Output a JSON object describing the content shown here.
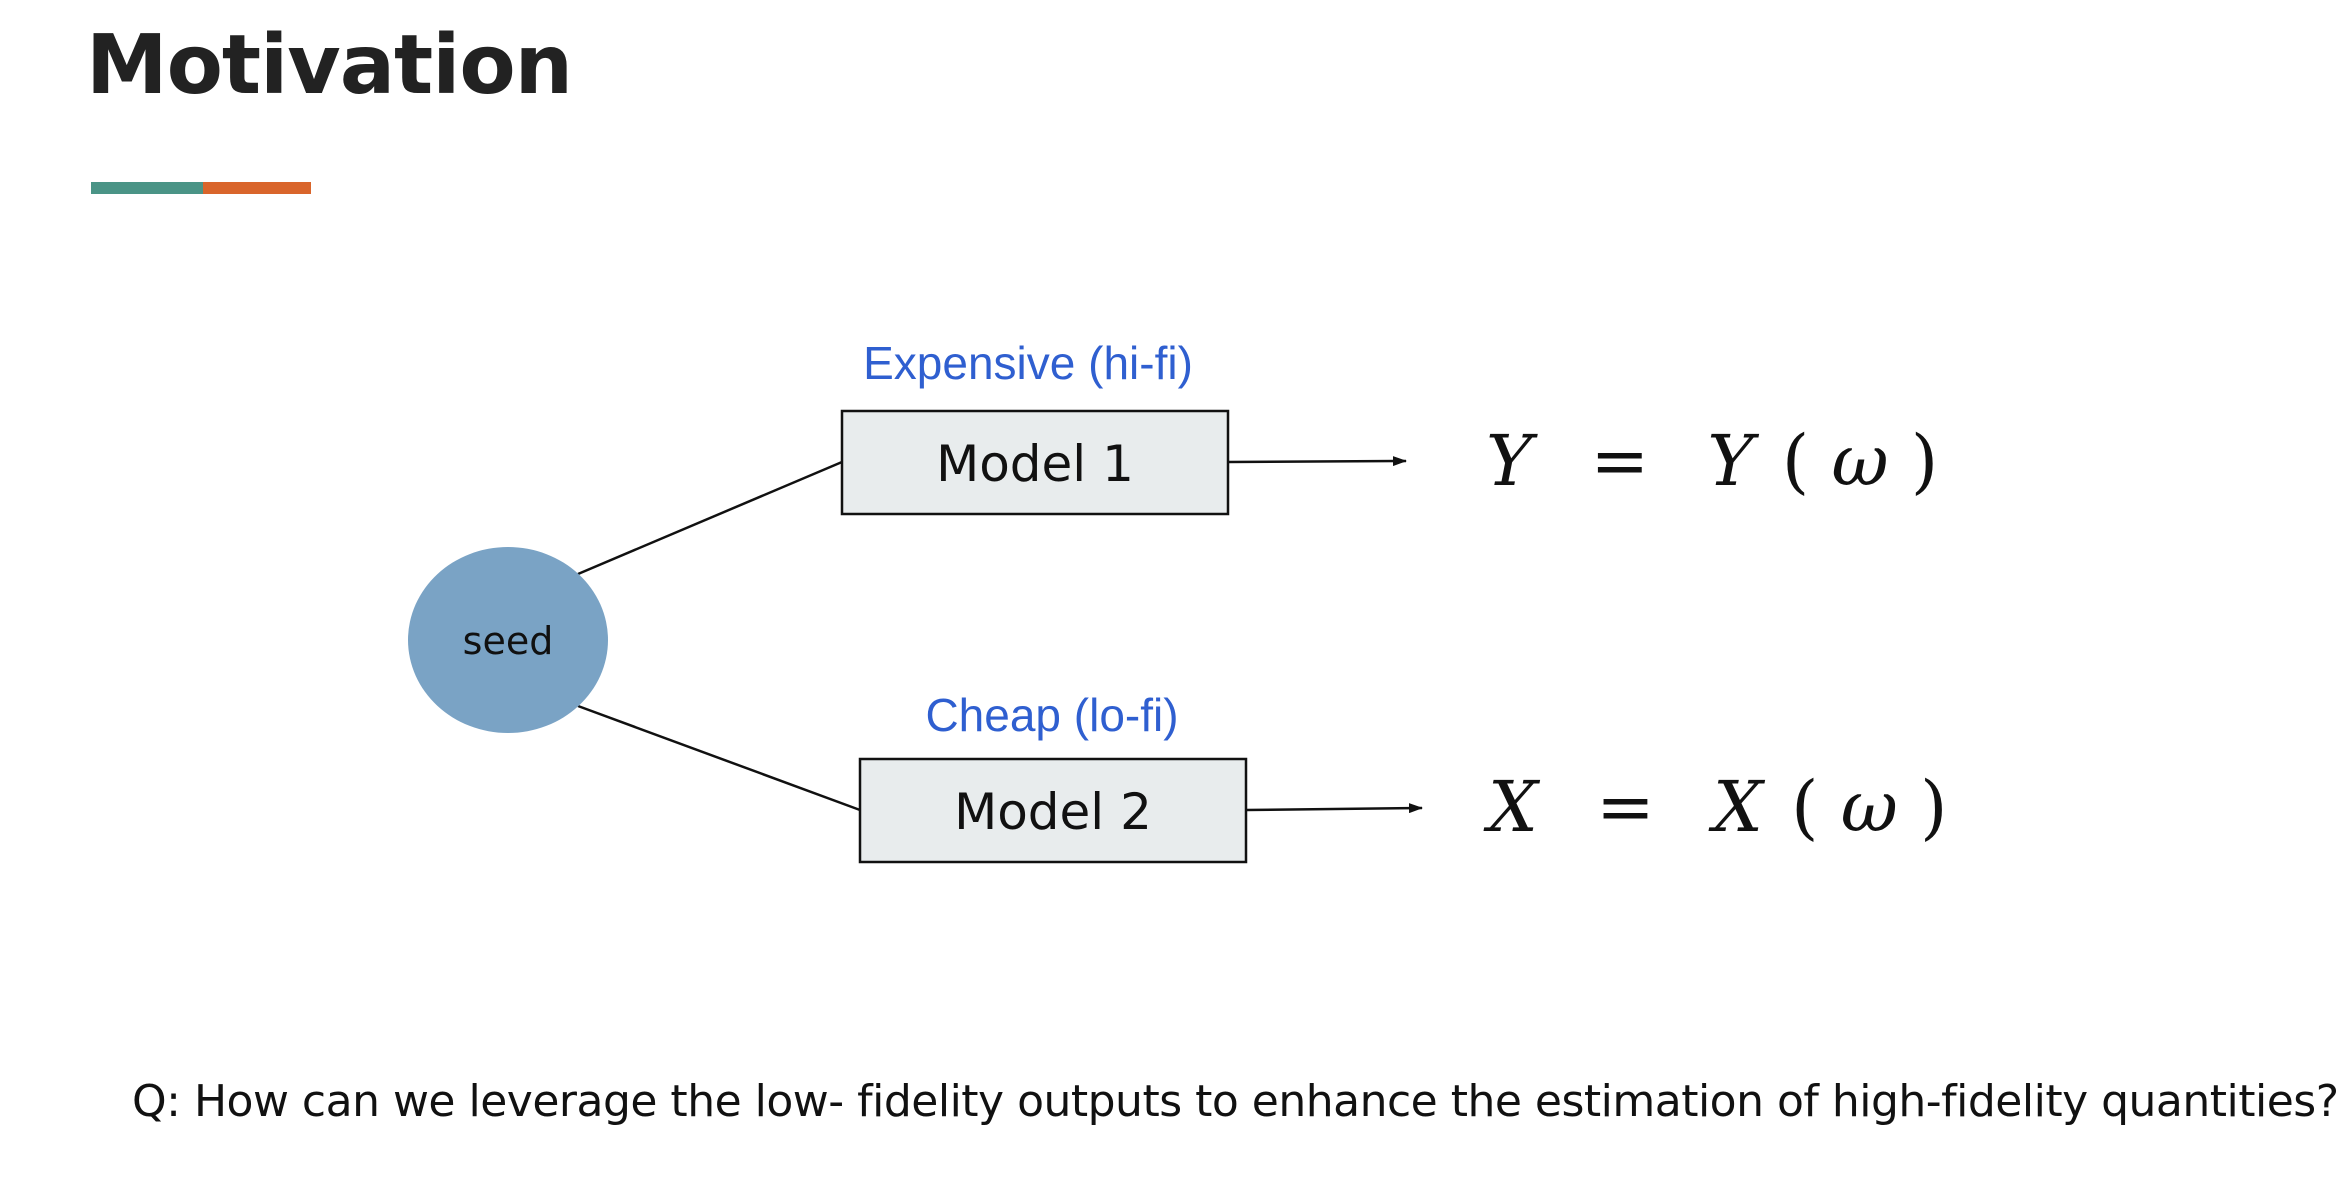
{
  "slide": {
    "title": "Motivation",
    "question": "Q: How can we leverage the low- fidelity outputs to enhance the estimation of high-fidelity quantities?"
  },
  "colors": {
    "accent_teal": "#4a9486",
    "accent_orange": "#d9652b",
    "seed_fill": "#7aa3c5",
    "label_blue": "#2f5fd0",
    "box_fill": "#e8eced",
    "line": "#111111"
  },
  "diagram": {
    "seed": {
      "label": "seed"
    },
    "models": [
      {
        "label": "Expensive (hi-fi)",
        "name": "Model 1",
        "output": {
          "lhs": "Y",
          "eq": "=",
          "rhs_fn": "Y",
          "arg_open": "(",
          "arg": "ω",
          "arg_close": ")"
        }
      },
      {
        "label": "Cheap (lo-fi)",
        "name": "Model 2",
        "output": {
          "lhs": "X",
          "eq": "=",
          "rhs_fn": "X",
          "arg_open": "(",
          "arg": "ω",
          "arg_close": ")"
        }
      }
    ]
  }
}
